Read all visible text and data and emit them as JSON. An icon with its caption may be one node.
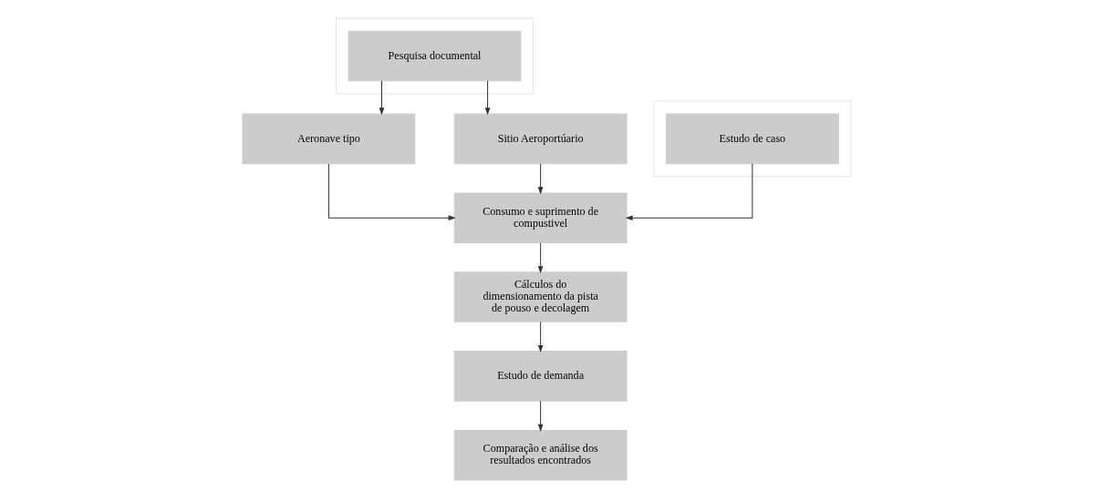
{
  "diagram": {
    "nodes": [
      {
        "text": [],
        "shape": "box"
      },
      {
        "text": [
          "Pesquisa documental"
        ],
        "in": 0
      },
      {
        "text": [
          "Aeronave tipo"
        ]
      },
      {
        "text": [
          "Sitio Aeroportúario"
        ]
      },
      {
        "text": [],
        "shape": "box"
      },
      {
        "text": [
          "Estudo de caso"
        ],
        "in": 4
      },
      {
        "text": [
          "Consumo e suprimento de compustivel"
        ]
      },
      {
        "text": [
          "Cálculos do dimensionamento da pista de pouso e decolagem"
        ]
      },
      {
        "text": [
          "Estudo de demanda"
        ]
      },
      {
        "text": [
          "Comparação e análise dos resultados encontrados"
        ]
      }
    ],
    "edges": [
      {
        "from": 1,
        "to": 2,
        "arrow": "to"
      },
      {
        "from": 1,
        "to": 3,
        "arrow": "to"
      },
      {
        "from": 2,
        "to": 6,
        "arrow": "to"
      },
      {
        "from": 3,
        "to": 6,
        "arrow": "to"
      },
      {
        "from": 5,
        "to": 6,
        "arrow": "to"
      },
      {
        "from": 6,
        "to": 7,
        "arrow": "to"
      },
      {
        "from": 7,
        "to": 8,
        "arrow": "to"
      },
      {
        "from": 8,
        "to": 9,
        "arrow": "to"
      }
    ]
  }
}
